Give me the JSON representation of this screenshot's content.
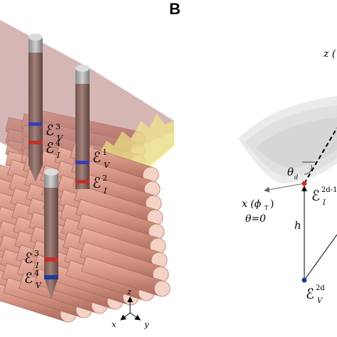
{
  "panel_label": "B",
  "left_panel": {
    "electrodes": [
      {
        "main": "ℰ",
        "sup": "3",
        "sub": "V"
      },
      {
        "main": "ℰ",
        "sup": "4",
        "sub": "I"
      },
      {
        "main": "ℰ",
        "sup": "1",
        "sub": "V"
      },
      {
        "main": "ℰ",
        "sup": "2",
        "sub": "I"
      },
      {
        "main": "ℰ",
        "sup": "3",
        "sub": "I"
      },
      {
        "main": "ℰ",
        "sup": "4",
        "sub": "V"
      }
    ],
    "axes": {
      "z": "z",
      "x": "x",
      "y": "y"
    }
  },
  "right_panel": {
    "z_label": "z (",
    "theta_d": "θ",
    "theta_d_sub": "d",
    "x_axis_label": "x (ϕ",
    "x_axis_sub": "T",
    "x_axis_close": ")",
    "theta_zero": "θ=0",
    "h_label": "h",
    "e_top": {
      "main": "ℰ",
      "sup": "2d-1",
      "sub": "I"
    },
    "e_bottom": {
      "main": "ℰ",
      "sup": "2d",
      "sub": "V"
    }
  },
  "colors": {
    "fiber": "#d89a8c",
    "fiber_end": "#f4d2c6",
    "slab": "#b07070",
    "slab_edge": "#f1ec8a",
    "needle": "#8e6e66",
    "blue_ring": "#3b3bb3",
    "red_ring": "#c0302a",
    "red_dot": "#d52b1e",
    "blue_dot": "#1f3a8a"
  }
}
